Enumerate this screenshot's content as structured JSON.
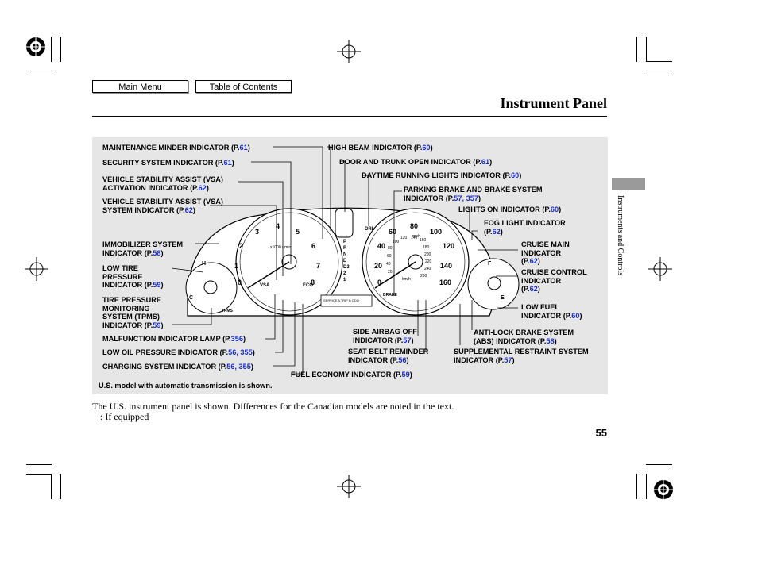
{
  "nav": {
    "main_menu": "Main Menu",
    "table_of_contents": "Table of Contents"
  },
  "page": {
    "title": "Instrument Panel",
    "section_tab": "Instruments and Controls",
    "page_number": "55",
    "footnote": "The U.S. instrument panel is shown. Differences for the Canadian models are noted in the text.",
    "if_equipped": ":  If equipped",
    "caption": "U.S. model with automatic transmission is shown."
  },
  "labels": [
    {
      "text": "MAINTENANCE MINDER INDICATOR (P.",
      "ref": "61",
      "tail": ")"
    },
    {
      "text": "SECURITY SYSTEM INDICATOR  (P.",
      "ref": "61",
      "tail": ")"
    },
    {
      "text": "VEHICLE STABILITY ASSIST (VSA)",
      "text2": "ACTIVATION INDICATOR (P.",
      "ref": "62",
      "tail": ")"
    },
    {
      "text": "VEHICLE STABILITY ASSIST (VSA)",
      "text2": "SYSTEM INDICATOR (P.",
      "ref": "62",
      "tail": ")"
    },
    {
      "text": "IMMOBILIZER SYSTEM",
      "text2": "INDICATOR (P.",
      "ref": "58",
      "tail": ")"
    },
    {
      "text": "LOW TIRE",
      "text2": "PRESSURE",
      "text3": "INDICATOR (P.",
      "ref": "59",
      "tail": ")"
    },
    {
      "text": "TIRE PRESSURE",
      "text2": "MONITORING",
      "text3": "SYSTEM (TPMS)",
      "text4": "INDICATOR (P.",
      "ref": "59",
      "tail": ")"
    },
    {
      "text": "MALFUNCTION INDICATOR LAMP (P.",
      "ref": "356",
      "tail": ")"
    },
    {
      "text": "LOW OIL PRESSURE INDICATOR (P.",
      "ref": "56, 355",
      "tail": ")"
    },
    {
      "text": "CHARGING SYSTEM INDICATOR (P.",
      "ref": "56, 355",
      "tail": ")"
    },
    {
      "text": "FUEL ECONOMY INDICATOR  (P.",
      "ref": "59",
      "tail": ")"
    },
    {
      "text": "HIGH BEAM INDICATOR (P.",
      "ref": "60",
      "tail": ")"
    },
    {
      "text": "DOOR AND TRUNK OPEN INDICATOR (P.",
      "ref": "61",
      "tail": ")"
    },
    {
      "text": "DAYTIME RUNNING LIGHTS INDICATOR (P.",
      "ref": "60",
      "tail": ")"
    },
    {
      "text": "PARKING BRAKE AND BRAKE SYSTEM",
      "text2": "INDICATOR  (P.",
      "ref": "57, 357",
      "tail": ")"
    },
    {
      "text": "LIGHTS ON INDICATOR (P.",
      "ref": "60",
      "tail": ")"
    },
    {
      "text": "FOG LIGHT INDICATOR",
      "text2": "(P.",
      "ref": "62",
      "tail": ")"
    },
    {
      "text": "CRUISE MAIN",
      "text2": "INDICATOR",
      "text3": "(P.",
      "ref": "62",
      "tail": ")"
    },
    {
      "text": "CRUISE CONTROL",
      "text2": "INDICATOR",
      "text3": "(P.",
      "ref": "62",
      "tail": ")"
    },
    {
      "text": "LOW FUEL",
      "text2": "INDICATOR (P.",
      "ref": "60",
      "tail": ")"
    },
    {
      "text": "ANTI-LOCK BRAKE SYSTEM",
      "text2": "(ABS) INDICATOR (P.",
      "ref": "58",
      "tail": ")"
    },
    {
      "text": "SIDE AIRBAG OFF",
      "text2": "INDICATOR (P.",
      "ref": "57",
      "tail": ")"
    },
    {
      "text": "SEAT BELT REMINDER",
      "text2": "INDICATOR (P.",
      "ref": "56",
      "tail": ")"
    },
    {
      "text": "SUPPLEMENTAL RESTRAINT SYSTEM",
      "text2": "INDICATOR (P.",
      "ref": "57",
      "tail": ")"
    }
  ],
  "gauges": {
    "tach_numbers": [
      "0",
      "1",
      "2",
      "3",
      "4",
      "5",
      "6",
      "7",
      "8"
    ],
    "tach_unit": "x1000 r/min",
    "speed_mph": [
      "0",
      "20",
      "40",
      "60",
      "80",
      "100",
      "120",
      "140",
      "160"
    ],
    "speed_kmh": [
      "20",
      "40",
      "60",
      "80",
      "100",
      "120",
      "140",
      "160",
      "180",
      "200",
      "220",
      "240",
      "260"
    ],
    "speed_unit": "mph",
    "speed_unit_kmh": "km/h",
    "gear_letters": [
      "P",
      "R",
      "N",
      "D",
      "D3",
      "2",
      "1"
    ],
    "temp_h": "H",
    "temp_c": "C",
    "fuel_f": "F",
    "fuel_e": "E",
    "vsa": "VSA",
    "eco": "ECO",
    "drl": "DRL",
    "brake": "BRAKE",
    "tpms": "TPMS",
    "display_text": "SERVICE  A TRIP B ODO"
  },
  "colors": {
    "ref_blue": "#1a2ec8",
    "figure_bg": "#e6e6e6",
    "section_tab": "#9a9a9a"
  }
}
